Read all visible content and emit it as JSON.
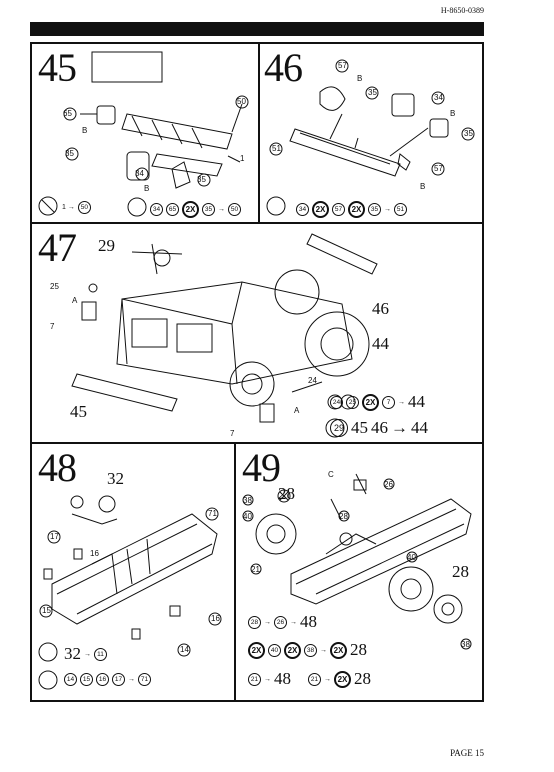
{
  "header": {
    "doc_id": "H-8650-0389"
  },
  "footer": {
    "page": "PAGE 15"
  },
  "steps": {
    "s45": {
      "num": "45",
      "callouts": {
        "c65": "65",
        "c50": "50",
        "b1": "B",
        "c35a": "35",
        "c34": "34",
        "c1": "1",
        "c35b": "35",
        "b2": "B"
      },
      "row1": {
        "arrow": "1 →",
        "c_end": "50"
      },
      "row2": {
        "a": "34",
        "b": "65",
        "x2": "2X",
        "c": "35",
        "arrow": "→",
        "d": "50"
      }
    },
    "s46": {
      "num": "46",
      "callouts": {
        "c57a": "57",
        "b1": "B",
        "c35a": "35",
        "c34": "34",
        "b2": "B",
        "c35b": "35",
        "c51": "51",
        "c57b": "57",
        "b3": "B"
      },
      "row": {
        "a": "34",
        "x2a": "2X",
        "b": "57",
        "x2b": "2X",
        "c": "35",
        "arrow": "→",
        "d": "51"
      }
    },
    "s47": {
      "num": "47",
      "callouts": {
        "c29": "29",
        "c25": "25",
        "a1": "A",
        "c7a": "7",
        "c46": "46",
        "c44": "44",
        "c45": "45",
        "c24": "24",
        "a2": "A",
        "c7b": "7"
      },
      "row1": {
        "a": "24",
        "b": "25",
        "x2": "2X",
        "c": "7",
        "arrow": "→",
        "d": "44"
      },
      "row2": {
        "a": "29",
        "b": "45",
        "c": "46",
        "arrow": "→",
        "d": "44"
      }
    },
    "s48": {
      "num": "48",
      "callouts": {
        "c32": "32",
        "c71": "71",
        "c17": "17",
        "c16a": "16",
        "c15": "15",
        "c16b": "16",
        "c14": "14"
      },
      "row1": {
        "a": "32",
        "arrow": "→",
        "b": "11"
      },
      "row2": {
        "a": "14",
        "b": "15",
        "c": "16",
        "d": "17",
        "arrow": "→",
        "e": "71"
      }
    },
    "s49": {
      "num": "49",
      "callouts": {
        "c28a": "28",
        "c38a": "38",
        "c40a": "40",
        "c21": "21",
        "cC": "C",
        "c26": "26",
        "c28b": "28",
        "c40b": "40",
        "c28c": "28",
        "c38b": "38"
      },
      "row1": {
        "a": "28",
        "arrow1": "→",
        "b": "26",
        "arrow2": "→",
        "c": "48"
      },
      "row2": {
        "x2a": "2X",
        "a": "40",
        "x2b": "2X",
        "b": "38",
        "arrow": "→",
        "x2c": "2X",
        "c": "28"
      },
      "row3": {
        "a": "21",
        "arrow": "→",
        "b": "48",
        "c": "21",
        "arrow2": "→",
        "x2": "2X",
        "d": "28"
      }
    }
  }
}
